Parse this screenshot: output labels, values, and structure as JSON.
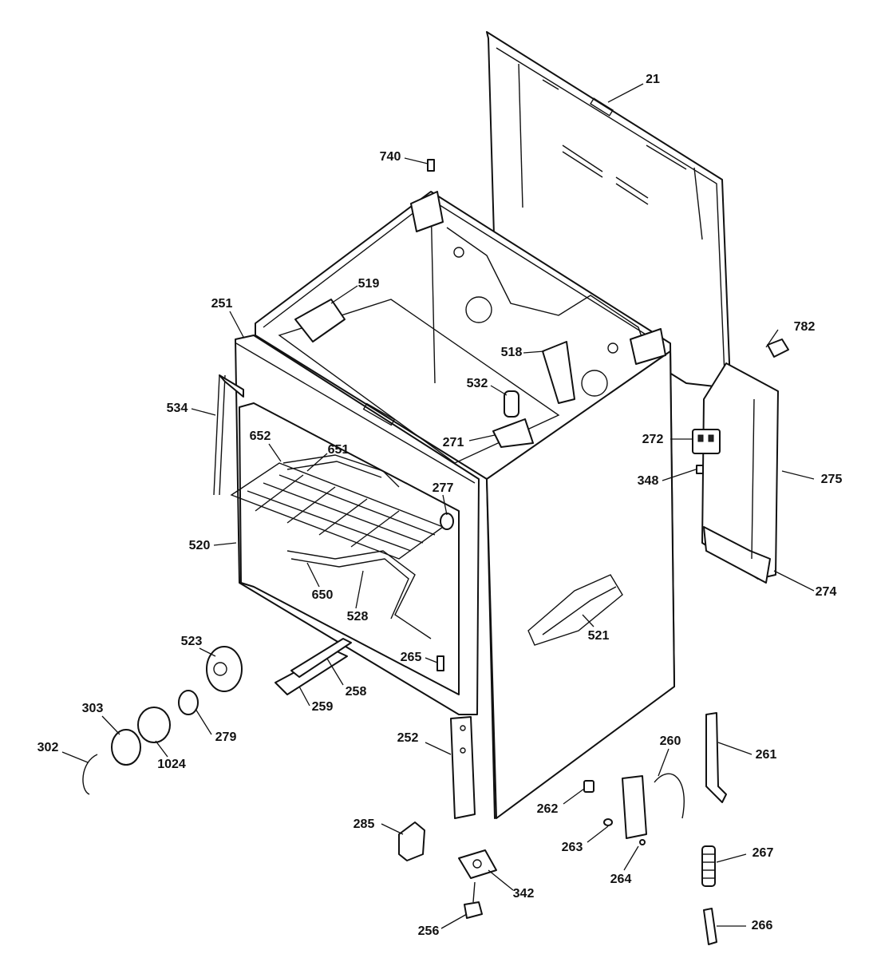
{
  "diagram": {
    "callouts": [
      {
        "id": "21",
        "text": "21"
      },
      {
        "id": "740",
        "text": "740"
      },
      {
        "id": "519",
        "text": "519"
      },
      {
        "id": "251",
        "text": "251"
      },
      {
        "id": "782",
        "text": "782"
      },
      {
        "id": "518",
        "text": "518"
      },
      {
        "id": "534",
        "text": "534"
      },
      {
        "id": "532",
        "text": "532"
      },
      {
        "id": "652",
        "text": "652"
      },
      {
        "id": "651",
        "text": "651"
      },
      {
        "id": "272",
        "text": "272"
      },
      {
        "id": "271",
        "text": "271"
      },
      {
        "id": "348",
        "text": "348"
      },
      {
        "id": "275",
        "text": "275"
      },
      {
        "id": "277",
        "text": "277"
      },
      {
        "id": "520",
        "text": "520"
      },
      {
        "id": "274",
        "text": "274"
      },
      {
        "id": "650",
        "text": "650"
      },
      {
        "id": "528",
        "text": "528"
      },
      {
        "id": "521",
        "text": "521"
      },
      {
        "id": "523",
        "text": "523"
      },
      {
        "id": "265",
        "text": "265"
      },
      {
        "id": "258",
        "text": "258"
      },
      {
        "id": "303",
        "text": "303"
      },
      {
        "id": "259",
        "text": "259"
      },
      {
        "id": "279",
        "text": "279"
      },
      {
        "id": "252",
        "text": "252"
      },
      {
        "id": "260",
        "text": "260"
      },
      {
        "id": "261",
        "text": "261"
      },
      {
        "id": "302",
        "text": "302"
      },
      {
        "id": "1024",
        "text": "1024"
      },
      {
        "id": "262",
        "text": "262"
      },
      {
        "id": "285",
        "text": "285"
      },
      {
        "id": "263",
        "text": "263"
      },
      {
        "id": "267",
        "text": "267"
      },
      {
        "id": "264",
        "text": "264"
      },
      {
        "id": "342",
        "text": "342"
      },
      {
        "id": "256",
        "text": "256"
      },
      {
        "id": "266",
        "text": "266"
      }
    ]
  }
}
